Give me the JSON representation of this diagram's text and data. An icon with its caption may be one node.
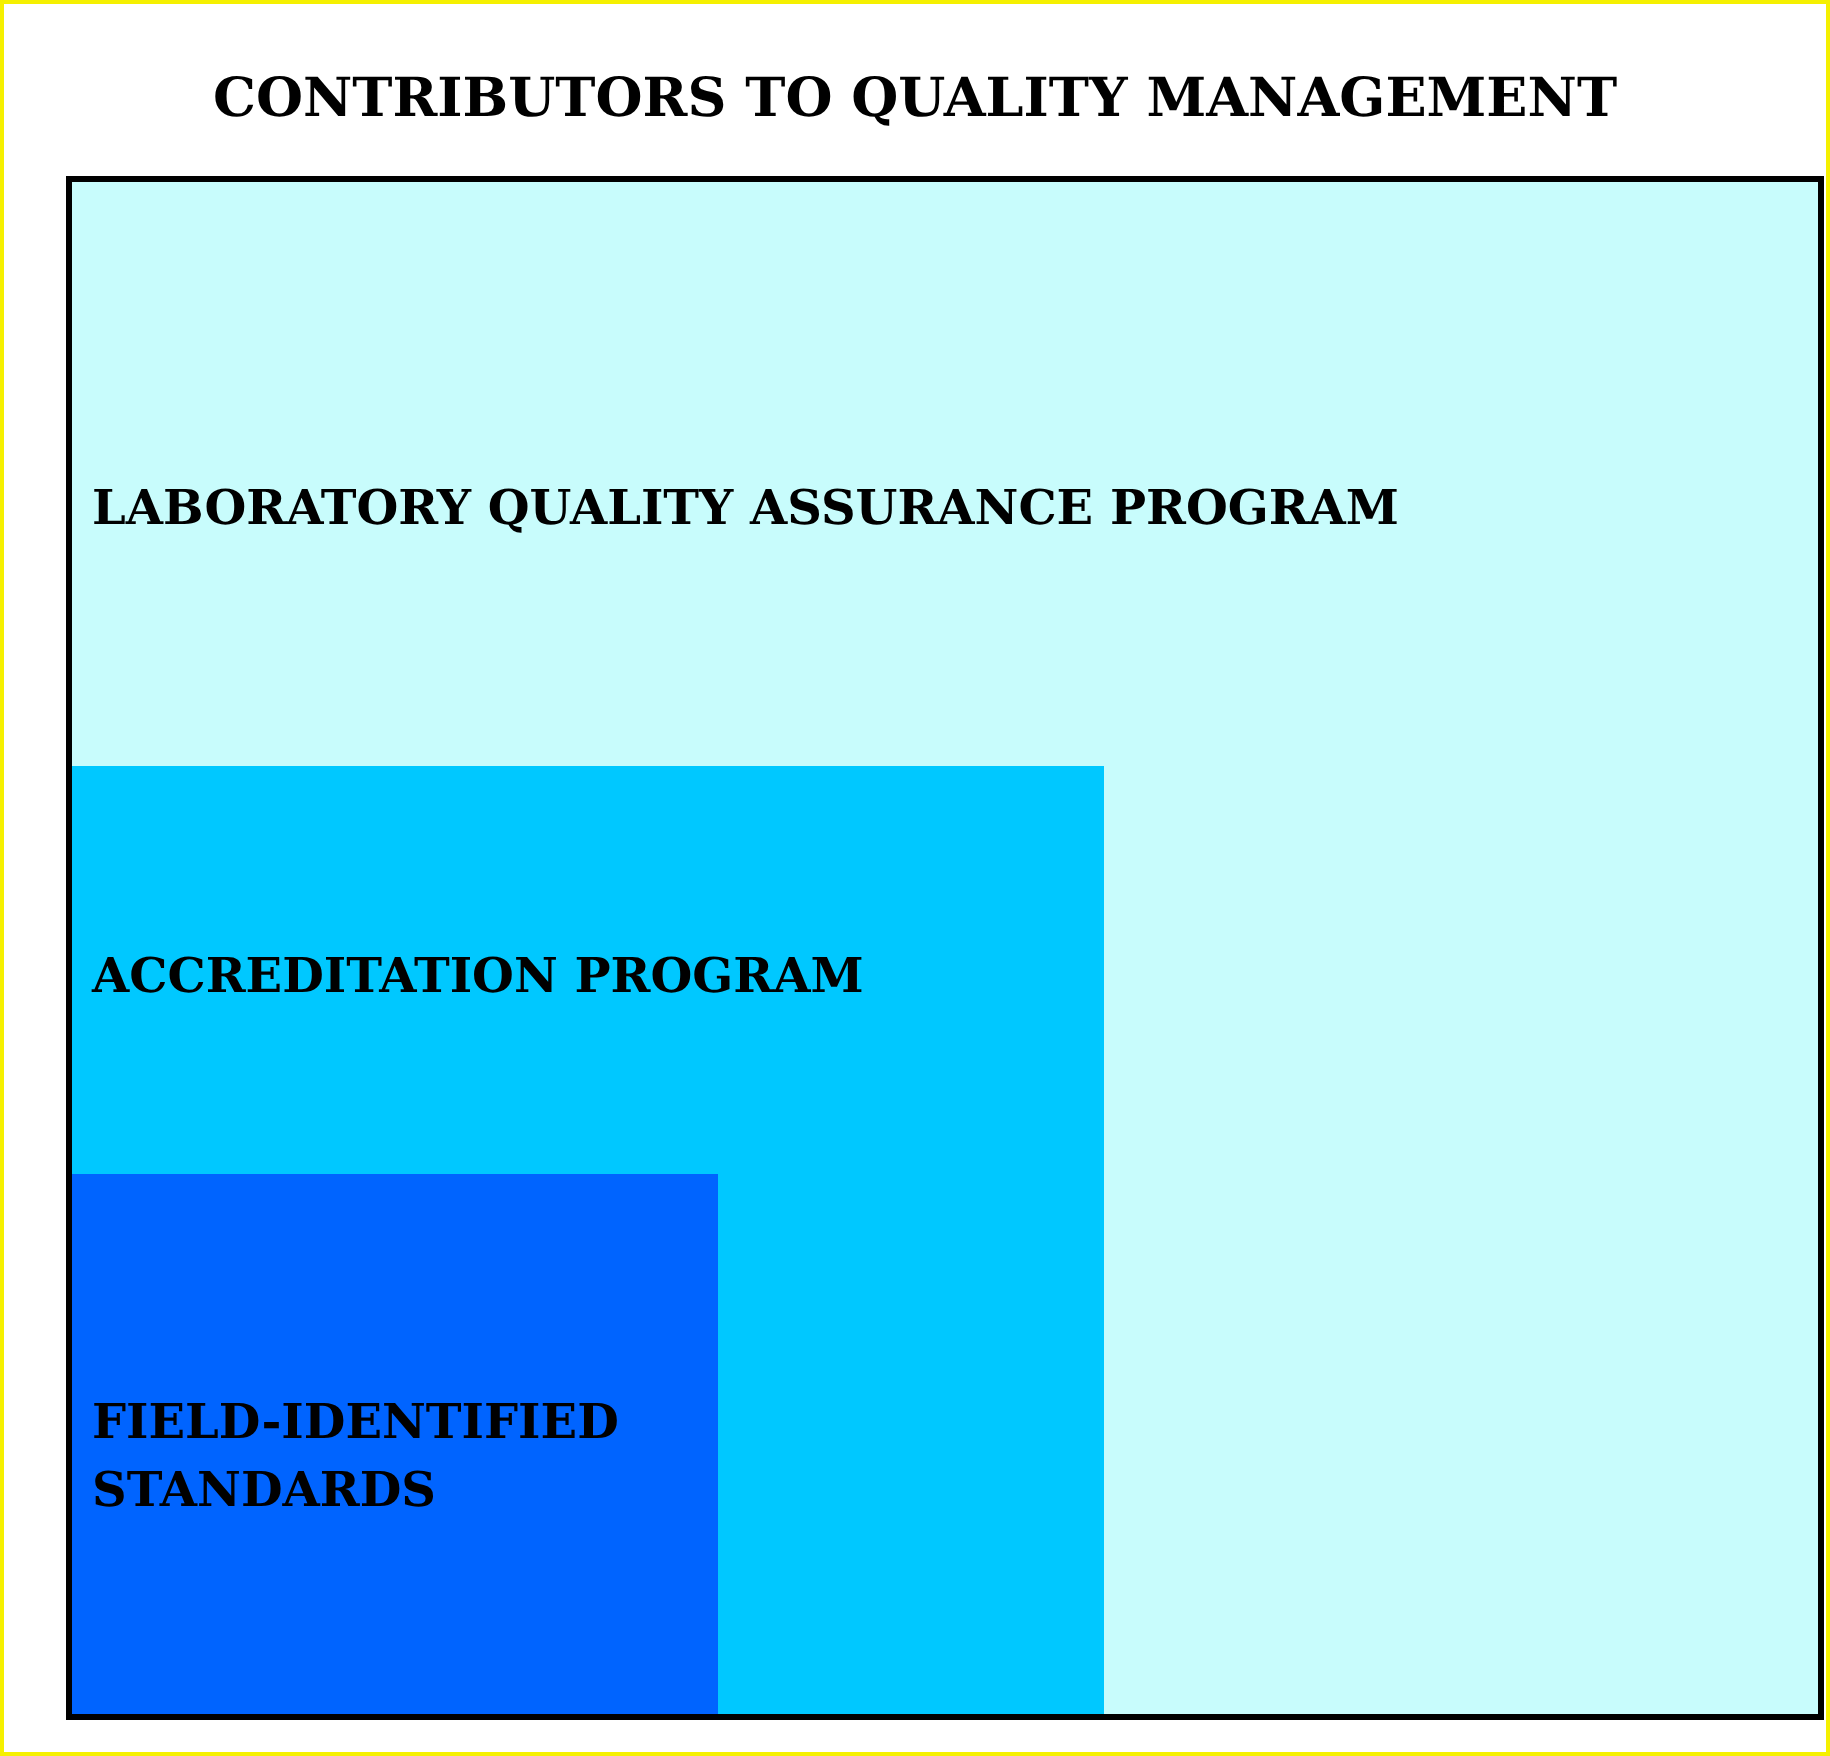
{
  "diagram": {
    "title": "CONTRIBUTORS TO QUALITY MANAGEMENT",
    "nodes": [
      {
        "text": [
          "LABORATORY QUALITY ASSURANCE PROGRAM"
        ]
      },
      {
        "text": [
          "ACCREDITATION PROGRAM"
        ],
        "in": 0
      },
      {
        "text": [
          "FIELD-IDENTIFIED STANDARDS"
        ],
        "in": 1
      }
    ]
  }
}
